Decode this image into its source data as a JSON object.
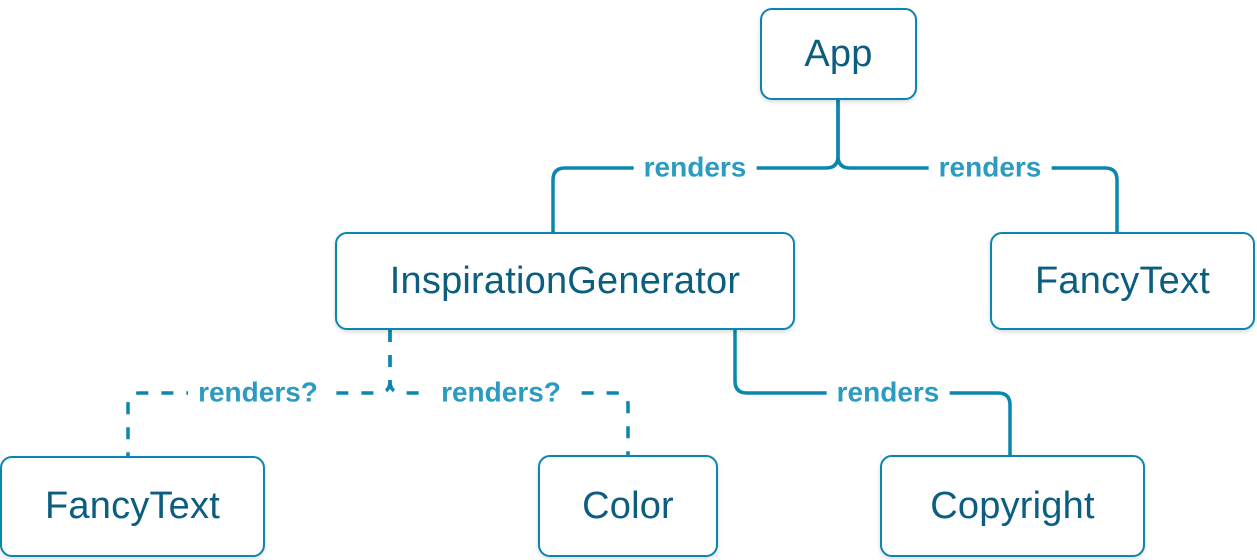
{
  "diagram": {
    "nodes": {
      "app": {
        "label": "App"
      },
      "inspiration_generator": {
        "label": "InspirationGenerator"
      },
      "fancy_text_right": {
        "label": "FancyText"
      },
      "fancy_text_left": {
        "label": "FancyText"
      },
      "color": {
        "label": "Color"
      },
      "copyright": {
        "label": "Copyright"
      }
    },
    "edges": {
      "app_to_inspiration_generator": {
        "label": "renders",
        "style": "solid"
      },
      "app_to_fancy_text": {
        "label": "renders",
        "style": "solid"
      },
      "inspiration_generator_to_fancy_text": {
        "label": "renders?",
        "style": "dashed"
      },
      "inspiration_generator_to_color": {
        "label": "renders?",
        "style": "dashed"
      },
      "inspiration_generator_to_copyright": {
        "label": "renders",
        "style": "solid"
      }
    },
    "colors": {
      "line": "#0a87ae",
      "box_border": "#0a87ae",
      "box_text": "#0b5e80",
      "edge_label": "#2b9bc0",
      "canvas_bg": "#ffffff"
    }
  }
}
